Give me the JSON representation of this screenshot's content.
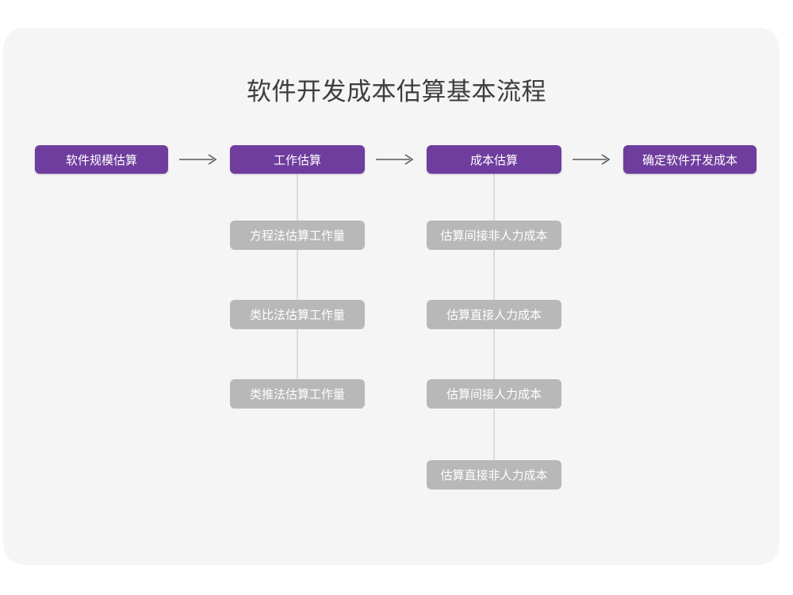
{
  "diagram": {
    "title": "软件开发成本估算基本流程",
    "type": "flowchart",
    "colors": {
      "canvas_background": "#f5f5f5",
      "page_background": "#ffffff",
      "primary_node": "#6f3d9e",
      "secondary_node": "#b8b8b8",
      "node_text": "#ffffff",
      "title_text": "#3d3d3d",
      "connector_line": "#dcdcdc",
      "arrow": "#5a5a5a"
    },
    "main_flow": [
      {
        "id": "step-1",
        "label": "软件规模估算"
      },
      {
        "id": "step-2",
        "label": "工作估算"
      },
      {
        "id": "step-3",
        "label": "成本估算"
      },
      {
        "id": "step-4",
        "label": "确定软件开发成本"
      }
    ],
    "arrows": [
      {
        "id": "arrow-1",
        "glyph": "long-right-arrow",
        "from": "step-1",
        "to": "step-2"
      },
      {
        "id": "arrow-2",
        "glyph": "long-right-arrow",
        "from": "step-2",
        "to": "step-3"
      },
      {
        "id": "arrow-3",
        "glyph": "long-right-arrow",
        "from": "step-3",
        "to": "step-4"
      }
    ],
    "sub_flows": [
      {
        "parent": "step-2",
        "parent_label": "工作估算",
        "items": [
          {
            "id": "effort-1",
            "label": "方程法估算工作量"
          },
          {
            "id": "effort-2",
            "label": "类比法估算工作量"
          },
          {
            "id": "effort-3",
            "label": "类推法估算工作量"
          }
        ]
      },
      {
        "parent": "step-3",
        "parent_label": "成本估算",
        "items": [
          {
            "id": "cost-1",
            "label": "估算间接非人力成本"
          },
          {
            "id": "cost-2",
            "label": "估算直接人力成本"
          },
          {
            "id": "cost-3",
            "label": "估算间接人力成本"
          },
          {
            "id": "cost-4",
            "label": "估算直接非人力成本"
          }
        ]
      }
    ]
  }
}
